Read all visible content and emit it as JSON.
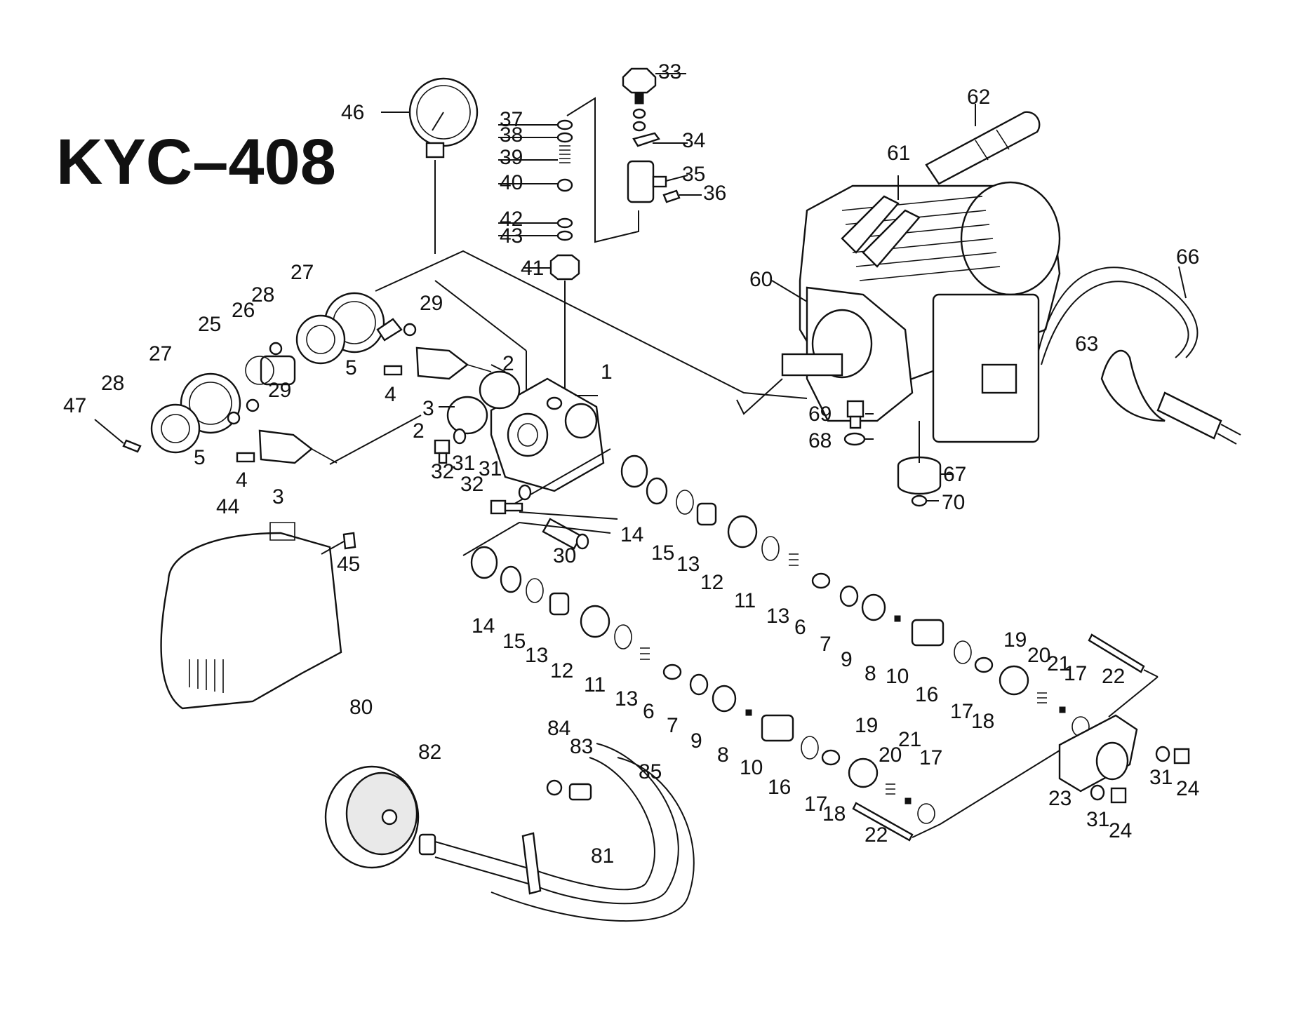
{
  "diagram": {
    "title": "KYC–408",
    "callouts": [
      {
        "id": "c33",
        "text": "33"
      },
      {
        "id": "c46",
        "text": "46"
      },
      {
        "id": "c37",
        "text": "37"
      },
      {
        "id": "c38",
        "text": "38"
      },
      {
        "id": "c39",
        "text": "39"
      },
      {
        "id": "c34",
        "text": "34"
      },
      {
        "id": "c62",
        "text": "62"
      },
      {
        "id": "c35",
        "text": "35"
      },
      {
        "id": "c36",
        "text": "36"
      },
      {
        "id": "c40",
        "text": "40"
      },
      {
        "id": "c61",
        "text": "61"
      },
      {
        "id": "c42",
        "text": "42"
      },
      {
        "id": "c43",
        "text": "43"
      },
      {
        "id": "c41",
        "text": "41"
      },
      {
        "id": "c66",
        "text": "66"
      },
      {
        "id": "c27a",
        "text": "27"
      },
      {
        "id": "c60",
        "text": "60"
      },
      {
        "id": "c28a",
        "text": "28"
      },
      {
        "id": "c29a",
        "text": "29"
      },
      {
        "id": "c26",
        "text": "26"
      },
      {
        "id": "c25",
        "text": "25"
      },
      {
        "id": "c63",
        "text": "63"
      },
      {
        "id": "c5a",
        "text": "5"
      },
      {
        "id": "c27b",
        "text": "27"
      },
      {
        "id": "c2a",
        "text": "2"
      },
      {
        "id": "c1",
        "text": "1"
      },
      {
        "id": "c4a",
        "text": "4"
      },
      {
        "id": "c28b",
        "text": "28"
      },
      {
        "id": "c29b",
        "text": "29"
      },
      {
        "id": "c47",
        "text": "47"
      },
      {
        "id": "c3a",
        "text": "3"
      },
      {
        "id": "c69",
        "text": "69"
      },
      {
        "id": "c2b",
        "text": "2"
      },
      {
        "id": "c68",
        "text": "68"
      },
      {
        "id": "c5b",
        "text": "5"
      },
      {
        "id": "c31a",
        "text": "31"
      },
      {
        "id": "c32a",
        "text": "32"
      },
      {
        "id": "c67",
        "text": "67"
      },
      {
        "id": "c31b",
        "text": "31"
      },
      {
        "id": "c4b",
        "text": "4"
      },
      {
        "id": "c32b",
        "text": "32"
      },
      {
        "id": "c3b",
        "text": "3"
      },
      {
        "id": "c70",
        "text": "70"
      },
      {
        "id": "c44",
        "text": "44"
      },
      {
        "id": "c14a",
        "text": "14"
      },
      {
        "id": "c15a",
        "text": "15"
      },
      {
        "id": "c45",
        "text": "45"
      },
      {
        "id": "c30",
        "text": "30"
      },
      {
        "id": "c13a",
        "text": "13"
      },
      {
        "id": "c12a",
        "text": "12"
      },
      {
        "id": "c11a",
        "text": "11"
      },
      {
        "id": "c13b",
        "text": "13"
      },
      {
        "id": "c6a",
        "text": "6"
      },
      {
        "id": "c14b",
        "text": "14"
      },
      {
        "id": "c7a",
        "text": "7"
      },
      {
        "id": "c15b",
        "text": "15"
      },
      {
        "id": "c9a",
        "text": "9"
      },
      {
        "id": "c13c",
        "text": "13"
      },
      {
        "id": "c19a",
        "text": "19"
      },
      {
        "id": "c12b",
        "text": "12"
      },
      {
        "id": "c20a",
        "text": "20"
      },
      {
        "id": "c21a",
        "text": "21"
      },
      {
        "id": "c17a",
        "text": "17"
      },
      {
        "id": "c8a",
        "text": "8"
      },
      {
        "id": "c10a",
        "text": "10"
      },
      {
        "id": "c22a",
        "text": "22"
      },
      {
        "id": "c11b",
        "text": "11"
      },
      {
        "id": "c16a",
        "text": "16"
      },
      {
        "id": "c13d",
        "text": "13"
      },
      {
        "id": "c17b",
        "text": "17"
      },
      {
        "id": "c18a",
        "text": "18"
      },
      {
        "id": "c6b",
        "text": "6"
      },
      {
        "id": "c80",
        "text": "80"
      },
      {
        "id": "c7b",
        "text": "7"
      },
      {
        "id": "c19b",
        "text": "19"
      },
      {
        "id": "c84",
        "text": "84"
      },
      {
        "id": "c83",
        "text": "83"
      },
      {
        "id": "c9b",
        "text": "9"
      },
      {
        "id": "c21b",
        "text": "21"
      },
      {
        "id": "c82",
        "text": "82"
      },
      {
        "id": "c8b",
        "text": "8"
      },
      {
        "id": "c20b",
        "text": "20"
      },
      {
        "id": "c17c",
        "text": "17"
      },
      {
        "id": "c85",
        "text": "85"
      },
      {
        "id": "c10b",
        "text": "10"
      },
      {
        "id": "c31c",
        "text": "31"
      },
      {
        "id": "c24a",
        "text": "24"
      },
      {
        "id": "c16b",
        "text": "16"
      },
      {
        "id": "c23",
        "text": "23"
      },
      {
        "id": "c17d",
        "text": "17"
      },
      {
        "id": "c18b",
        "text": "18"
      },
      {
        "id": "c31d",
        "text": "31"
      },
      {
        "id": "c24b",
        "text": "24"
      },
      {
        "id": "c22b",
        "text": "22"
      },
      {
        "id": "c81",
        "text": "81"
      }
    ]
  }
}
